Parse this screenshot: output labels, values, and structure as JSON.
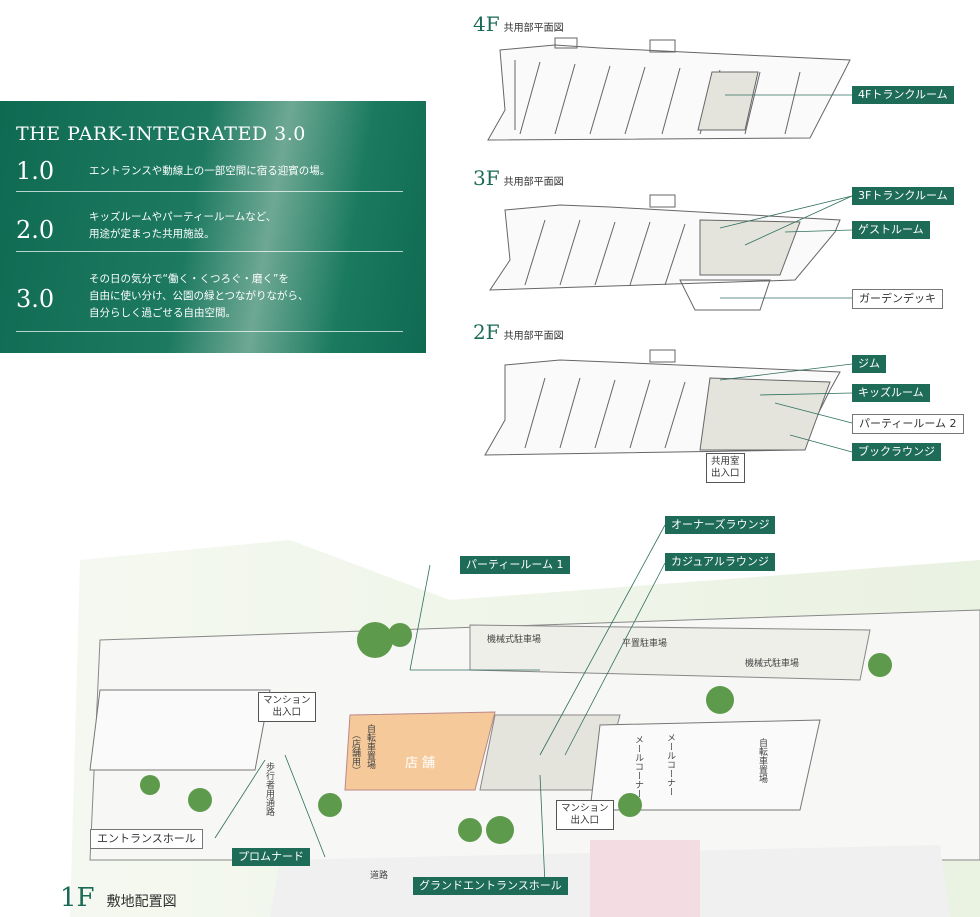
{
  "concept": {
    "title": "THE PARK-INTEGRATED 3.0",
    "items": [
      {
        "num": "1.0",
        "text": "エントランスや動線上の一部空間に宿る迎賓の場。"
      },
      {
        "num": "2.0",
        "text": "キッズルームやパーティールームなど、\n用途が定まった共用施設。"
      },
      {
        "num": "3.0",
        "text": "その日の気分で“働く・くつろぐ・磨く”を\n自由に使い分け、公園の緑とつながりながら、\n自分らしく過ごせる自由空間。"
      }
    ]
  },
  "floors": {
    "f4": {
      "level": "4F",
      "caption": "共用部平面図",
      "labels": [
        "4Fトランクルーム"
      ]
    },
    "f3": {
      "level": "3F",
      "caption": "共用部平面図",
      "labels": [
        "3Fトランクルーム",
        "ゲストルーム",
        "ガーデンデッキ"
      ]
    },
    "f2": {
      "level": "2F",
      "caption": "共用部平面図",
      "labels": [
        "ジム",
        "キッズルーム",
        "パーティールーム 2",
        "ブックラウンジ"
      ],
      "entrance": "共用室\n出入口"
    }
  },
  "site": {
    "level": "1F",
    "caption": "敷地配置図",
    "labels": {
      "owners_lounge": "オーナーズラウンジ",
      "party_room_1": "パーティールーム 1",
      "casual_lounge": "カジュアルラウンジ",
      "entrance_hall": "エントランスホール",
      "promenade": "プロムナード",
      "grand_entrance_hall": "グランドエントランスホール"
    },
    "tags": {
      "mansion_entrance_left": "マンション\n出入口",
      "mansion_entrance_right": "マンション\n出入口"
    },
    "texts": {
      "mech_parking_1": "機械式駐車場",
      "flat_parking": "平置駐車場",
      "mech_parking_2": "機械式駐車場",
      "shop": "店舗",
      "bike_parking_shop": "自転車置場",
      "bike_parking_shop_note": "（店舗用）",
      "pedestrian_path": "歩行者用通路",
      "mail_corner_1": "メールコーナー",
      "mail_corner_2": "メールコーナー",
      "bike_parking_right": "自転車置場",
      "road": "道路"
    }
  },
  "colors": {
    "brand_green": "#1e6b58",
    "room_fill": "#e4e4dc",
    "shop_fill": "#f5c99a"
  }
}
